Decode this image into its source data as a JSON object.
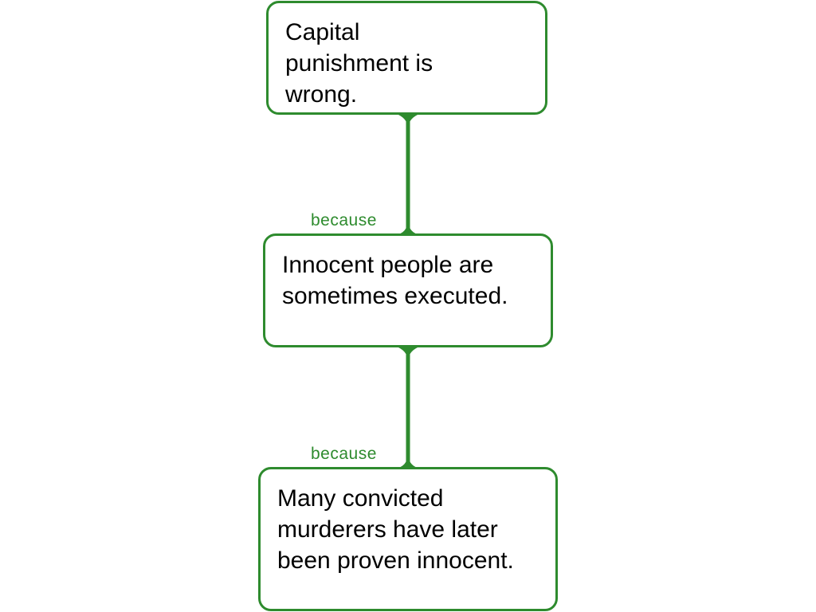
{
  "colors": {
    "accent": "#2e8b2e",
    "text": "#000000",
    "background": "#ffffff"
  },
  "diagram": {
    "claim": {
      "text": "Capital punishment is wrong."
    },
    "reasons": [
      {
        "text": "Innocent people are sometimes executed.",
        "connector_label": "because"
      },
      {
        "text": "Many convicted murderers have later been proven innocent.",
        "connector_label": "because"
      }
    ]
  }
}
